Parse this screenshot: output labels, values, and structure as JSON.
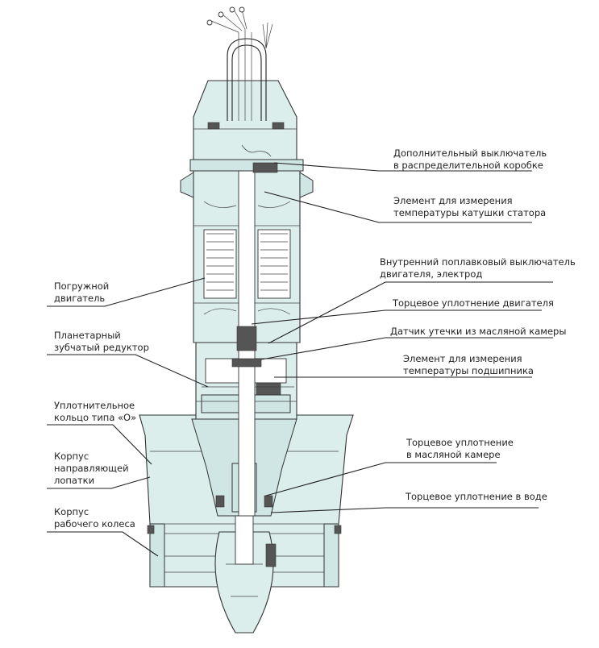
{
  "labels": {
    "switch_junction_box": [
      "Дополнительный выключатель",
      "в распределительной коробке"
    ],
    "stator_temp": [
      "Элемент для измерения",
      "температуры катушки статора"
    ],
    "float_switch": [
      "Внутренний поплавковый выключатель",
      "двигателя, электрод"
    ],
    "motor_seal": [
      "Торцевое уплотнение двигателя"
    ],
    "leak_sensor": [
      "Датчик утечки из масляной камеры"
    ],
    "bearing_temp": [
      "Элемент для измерения",
      "температуры подшипника"
    ],
    "oil_chamber_seal": [
      "Торцевое уплотнение",
      "в масляной камере"
    ],
    "water_seal": [
      "Торцевое уплотнение в воде"
    ],
    "submersible_motor": [
      "Погружной",
      "двигатель"
    ],
    "planetary_gearbox": [
      "Планетарный",
      "зубчатый редуктор"
    ],
    "o_ring": [
      "Уплотнительное",
      "кольцо типа «О»"
    ],
    "guide_vane_housing": [
      "Корпус",
      "направляющей",
      "лопатки"
    ],
    "impeller_housing": [
      "Корпус",
      "рабочего колеса"
    ]
  },
  "colors": {
    "fill": "#dbeeec",
    "line": "#1e1e1e"
  }
}
